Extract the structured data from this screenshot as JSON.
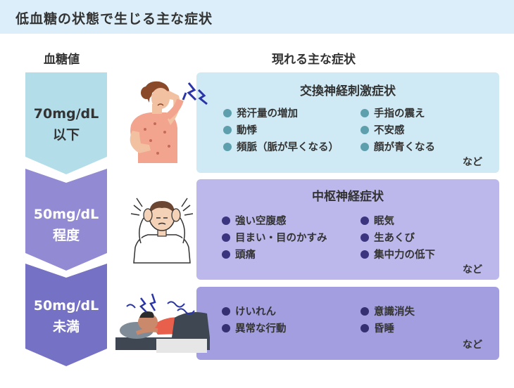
{
  "title": "低血糖の状態で生じる主な症状",
  "headers": {
    "left": "血糖値",
    "right": "現れる主な症状"
  },
  "levels": [
    {
      "line1": "70mg/dL",
      "line2": "以下",
      "color": "#b2dde9"
    },
    {
      "line1": "50mg/dL",
      "line2": "程度",
      "color": "#928bd3"
    },
    {
      "line1": "50mg/dL",
      "line2": "未満",
      "color": "#7571c4"
    }
  ],
  "panels": [
    {
      "title": "交換神経刺激症状",
      "color": "#cfeaf4",
      "dot_color": "#5d9fad",
      "left": [
        "発汗量の増加",
        "動悸",
        "頻脈（脈が早くなる）"
      ],
      "right": [
        "手指の震え",
        "不安感",
        "顔が青くなる"
      ],
      "etc": "など"
    },
    {
      "title": "中枢神経症状",
      "color": "#bcb8ec",
      "dot_color": "#3b3580",
      "left": [
        "強い空腹感",
        "目まい・目のかすみ",
        "頭痛"
      ],
      "right": [
        "眠気",
        "生あくび",
        "集中力の低下"
      ],
      "etc": "など"
    },
    {
      "title": "",
      "color": "#a29ee0",
      "dot_color": "#343072",
      "left": [
        "けいれん",
        "異常な行動"
      ],
      "right": [
        "意識消失",
        "昏睡"
      ],
      "etc": "など"
    }
  ],
  "icons": {
    "panel1": "woman-headache-illustration",
    "panel2": "man-dizzy-illustration",
    "panel3": "person-lying-down-illustration"
  }
}
